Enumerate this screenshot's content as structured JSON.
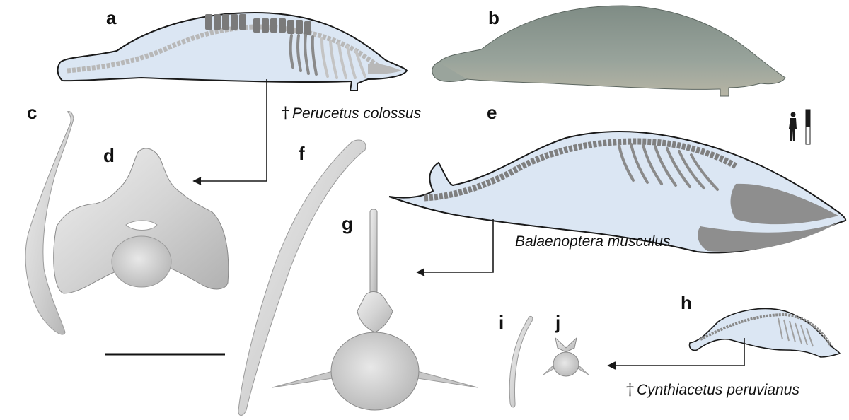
{
  "panels": {
    "a": "a",
    "b": "b",
    "c": "c",
    "d": "d",
    "e": "e",
    "f": "f",
    "g": "g",
    "h": "h",
    "i": "i",
    "j": "j"
  },
  "species": {
    "perucetus": {
      "dagger": "†",
      "name": "Perucetus colossus"
    },
    "balaenoptera": {
      "name": "Balaenoptera musculus"
    },
    "cynthiacetus": {
      "dagger": "†",
      "name": "Cynthiacetus peruvianus"
    }
  },
  "colors": {
    "body_fill": "#dbe6f3",
    "outline": "#1a1a1a",
    "skeleton_light": "#b8b8b8",
    "skeleton_dark": "#7a7a7a",
    "bone_3d": "#d9d9d9",
    "whale_skin": "#8a9590"
  },
  "icons": [
    "human-silhouette-icon",
    "scale-bar-icon"
  ]
}
